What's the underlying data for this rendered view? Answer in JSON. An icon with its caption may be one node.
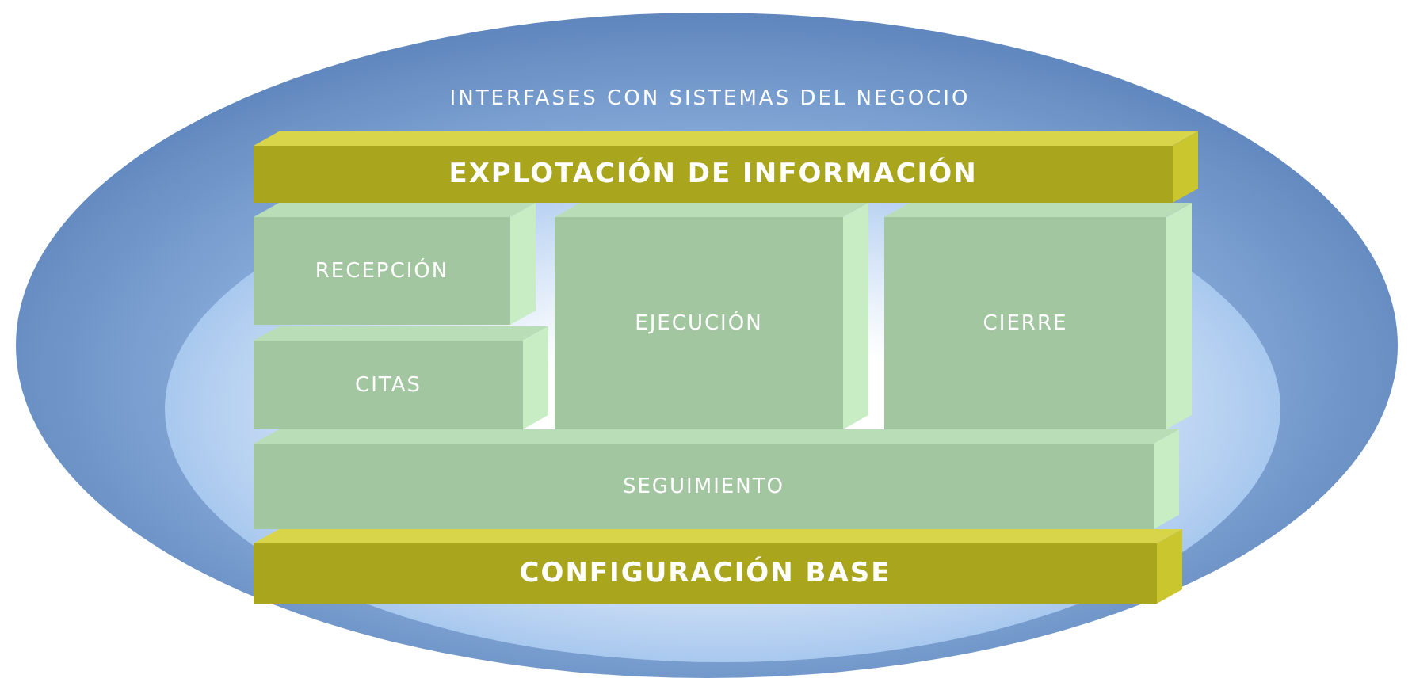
{
  "diagram": {
    "nodes": [
      {
        "text": [
          "INTERFASES CON SISTEMAS DEL NEGOCIO"
        ]
      },
      {
        "text": [
          "EXPLOTACIÓN DE INFORMACIÓN"
        ],
        "in": 0
      },
      {
        "text": [
          "RECEPCIÓN"
        ],
        "in": 0
      },
      {
        "text": [
          "EJECUCIÓN"
        ],
        "in": 0
      },
      {
        "text": [
          "CIERRE"
        ],
        "in": 0
      },
      {
        "text": [
          "CITAS"
        ],
        "in": 0
      },
      {
        "text": [
          "SEGUIMIENTO"
        ],
        "in": 0
      },
      {
        "text": [
          "CONFIGURACIÓN BASE"
        ],
        "in": 0
      }
    ]
  }
}
